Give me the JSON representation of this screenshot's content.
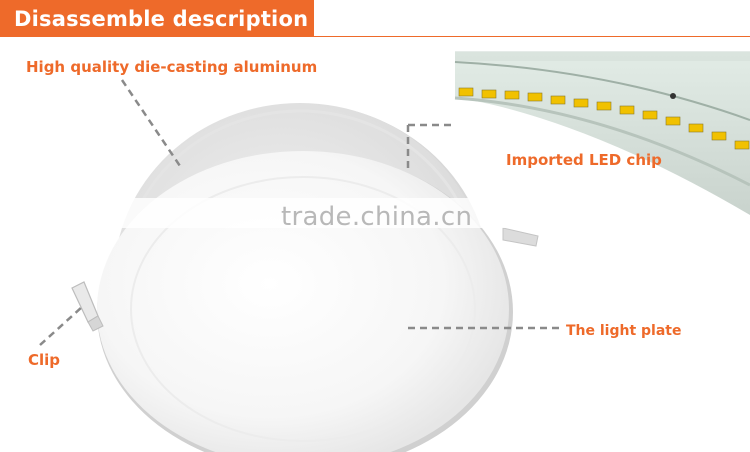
{
  "header": {
    "title": "Disassemble description"
  },
  "labels": {
    "aluminum": "High quality die-casting aluminum",
    "led_chip": "Imported LED chip",
    "light_plate": "The light plate",
    "clip": "Clip"
  },
  "watermark": "trade.china.cn",
  "colors": {
    "accent": "#ee6a2a",
    "leader": "#8a8a8a",
    "led_yellow": "#f1c100"
  },
  "icons": [
    "led-panel-light",
    "led-strip-closeup",
    "spring-clip"
  ]
}
